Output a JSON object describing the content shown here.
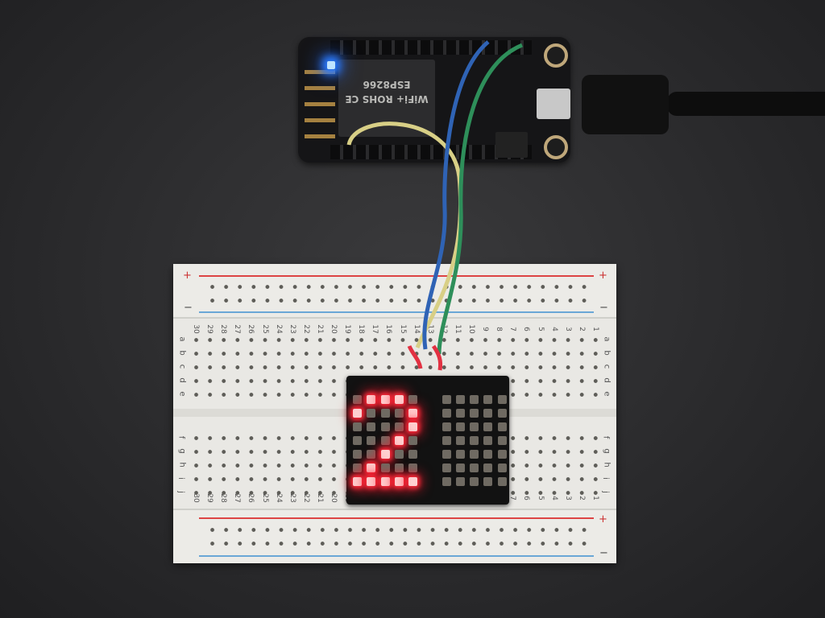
{
  "scene": {
    "description_labels": {
      "board_columns_top": [
        "30",
        "29",
        "28",
        "27",
        "26",
        "25",
        "24",
        "23",
        "22",
        "21",
        "20",
        "19",
        "18",
        "17",
        "16",
        "15",
        "14",
        "13",
        "12",
        "11",
        "10",
        "9",
        "8",
        "7",
        "6",
        "5",
        "4",
        "3",
        "2",
        "1"
      ],
      "rows_upper": [
        "a",
        "b",
        "c",
        "d",
        "e"
      ],
      "rows_lower": [
        "f",
        "g",
        "h",
        "i",
        "j"
      ],
      "plus": "+",
      "minus": "−"
    },
    "module_marking": "WiFi+ ROHS CE ESP8266",
    "led_matrix": {
      "color": "#ff2a3a",
      "left_grid": [
        [
          0,
          1,
          1,
          1,
          0
        ],
        [
          1,
          0,
          0,
          0,
          1
        ],
        [
          0,
          0,
          0,
          0,
          1
        ],
        [
          0,
          0,
          0,
          1,
          0
        ],
        [
          0,
          0,
          1,
          0,
          0
        ],
        [
          0,
          1,
          0,
          0,
          0
        ],
        [
          1,
          1,
          1,
          1,
          1
        ]
      ],
      "right_grid_lit": false
    },
    "wire_colors": {
      "yellow": "#d8cf86",
      "blue": "#2f63b5",
      "green": "#2e8f5a",
      "red": "#e23142",
      "status_led": "#2a7bff"
    }
  }
}
